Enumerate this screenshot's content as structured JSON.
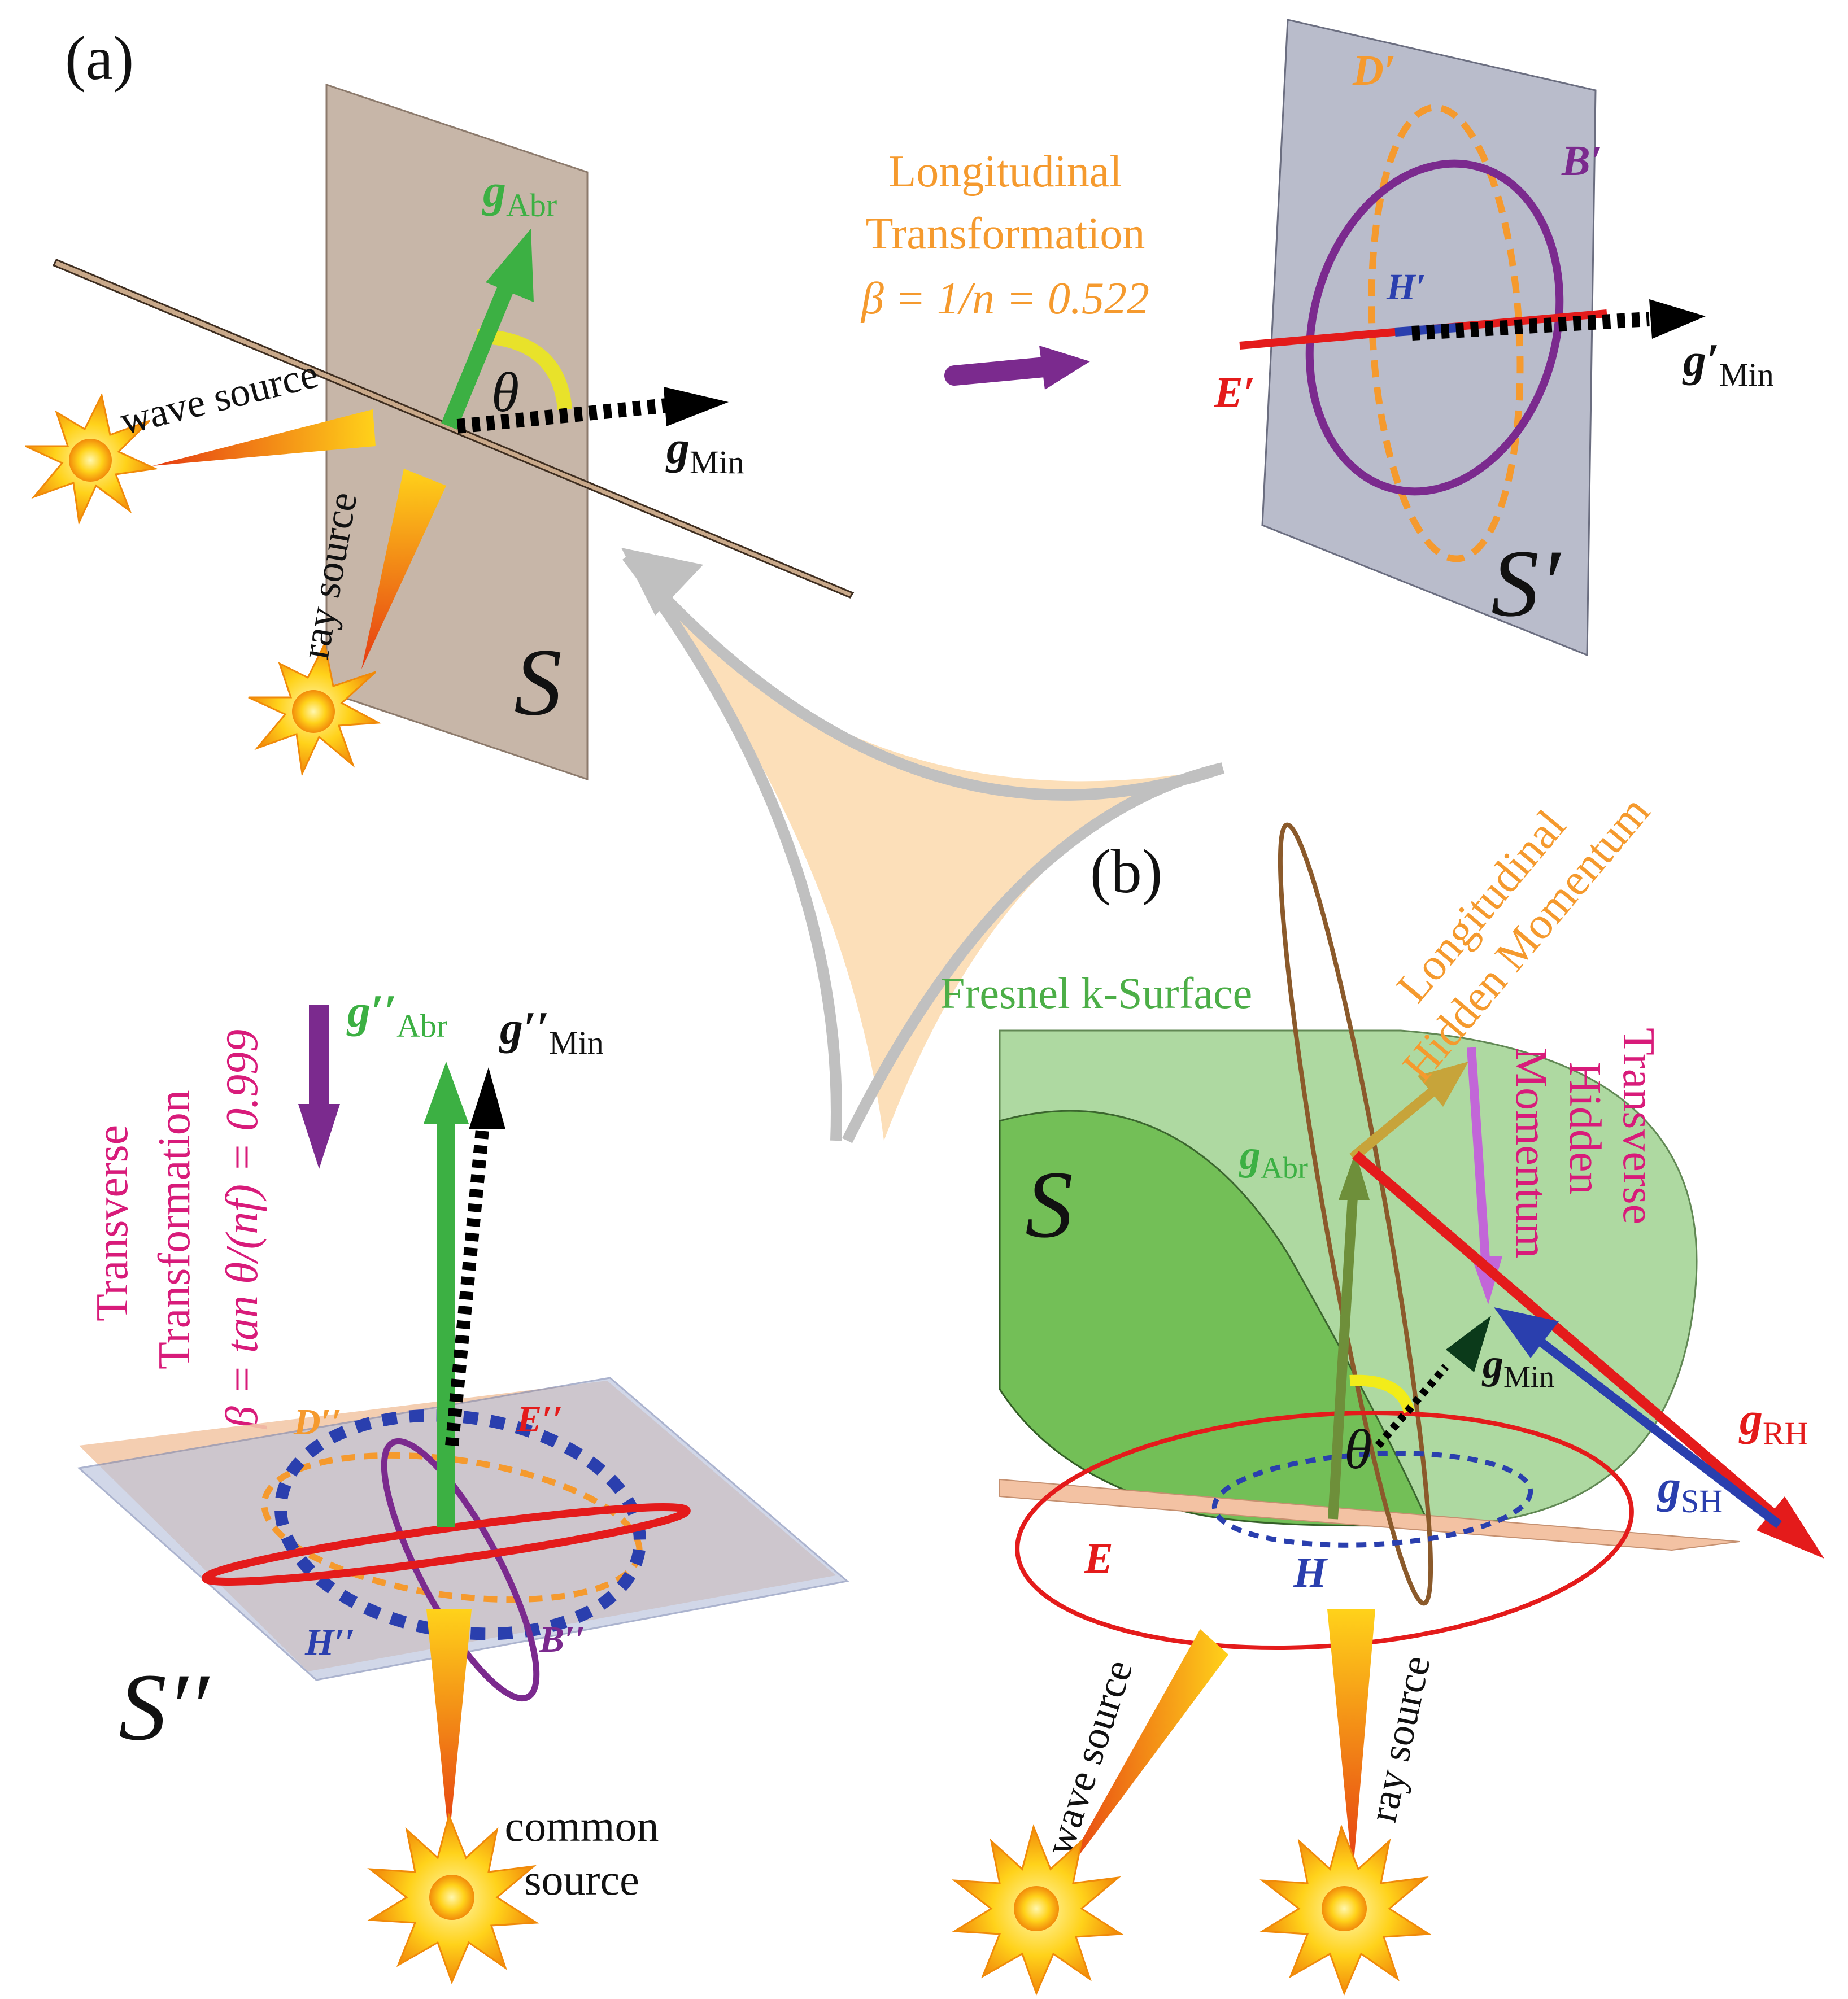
{
  "panel_a": {
    "label": "(a)",
    "plane_s": "S",
    "plane_s_prime": "S′",
    "plane_s_dprime": "S′′",
    "wave_source": "wave source",
    "ray_source": "ray source",
    "common_source": [
      "common",
      "source"
    ],
    "g_abr": {
      "base": "g",
      "sub": "Abr"
    },
    "g_min": {
      "base": "g",
      "sub": "Min"
    },
    "theta": "θ",
    "longitudinal": {
      "line1": "Longitudinal",
      "line2": "Transformation",
      "beta": "β = 1/n = 0.522"
    },
    "transverse": {
      "line1": "Transverse",
      "line2": "Transformation",
      "beta": "β = tan θ/(nf) = 0.999"
    },
    "s_prime_labels": {
      "d": "D′",
      "b": "B′",
      "h": "H′",
      "e": "E′",
      "g_min": {
        "base": "g′",
        "sub": "Min"
      }
    },
    "s_dprime_labels": {
      "d": "D′′",
      "e": "E′′",
      "h": "H′′",
      "b": "B′′",
      "g_abr": {
        "base": "g′′",
        "sub": "Abr"
      },
      "g_min": {
        "base": "g′′",
        "sub": "Min"
      }
    }
  },
  "panel_b": {
    "label": "(b)",
    "surface": "Fresnel k-Surface",
    "plane_s": "S",
    "longitudinal": [
      "Longitudinal",
      "Hidden Momentum"
    ],
    "transverse": [
      "Transverse",
      "Hidden",
      "Momentum"
    ],
    "g_abr": {
      "base": "g",
      "sub": "Abr"
    },
    "g_min": {
      "base": "g",
      "sub": "Min"
    },
    "g_rh": {
      "base": "g",
      "sub": "RH"
    },
    "g_sh": {
      "base": "g",
      "sub": "SH"
    },
    "theta": "θ",
    "e": "E",
    "h": "H",
    "wave_source": "wave source",
    "ray_source": "ray source"
  },
  "colors": {
    "green": "#3cb043",
    "red": "#e41b1b",
    "blue": "#2a3fae",
    "orange": "#f59a2e",
    "purple": "#7b2a8e",
    "magenta": "#d81b7a",
    "brown": "#8b5a2b",
    "plane_tan": "#c7b6a8",
    "plane_grey": "#b9bccb"
  }
}
